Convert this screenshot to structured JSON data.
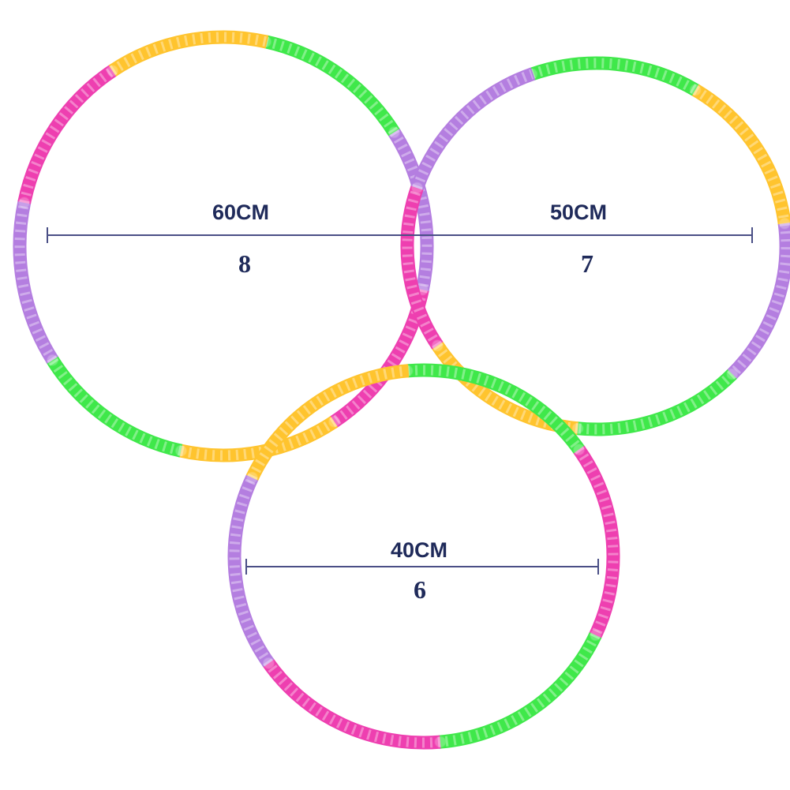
{
  "colors": {
    "green": "#3fe84a",
    "purple": "#b47ee0",
    "yellow": "#ffc42e",
    "pink": "#ee3fb0",
    "label": "#1f2a5a"
  },
  "hoops": [
    {
      "id": "large",
      "size_label": "60CM",
      "segment_count_label": "8",
      "segments": [
        "green",
        "purple",
        "pink",
        "yellow",
        "green",
        "purple",
        "pink",
        "yellow"
      ]
    },
    {
      "id": "medium",
      "size_label": "50CM",
      "segment_count_label": "7",
      "segments": [
        "green",
        "yellow",
        "purple",
        "green",
        "yellow",
        "pink",
        "purple"
      ]
    },
    {
      "id": "small",
      "size_label": "40CM",
      "segment_count_label": "6",
      "segments": [
        "green",
        "pink",
        "green",
        "pink",
        "purple",
        "yellow"
      ]
    }
  ]
}
